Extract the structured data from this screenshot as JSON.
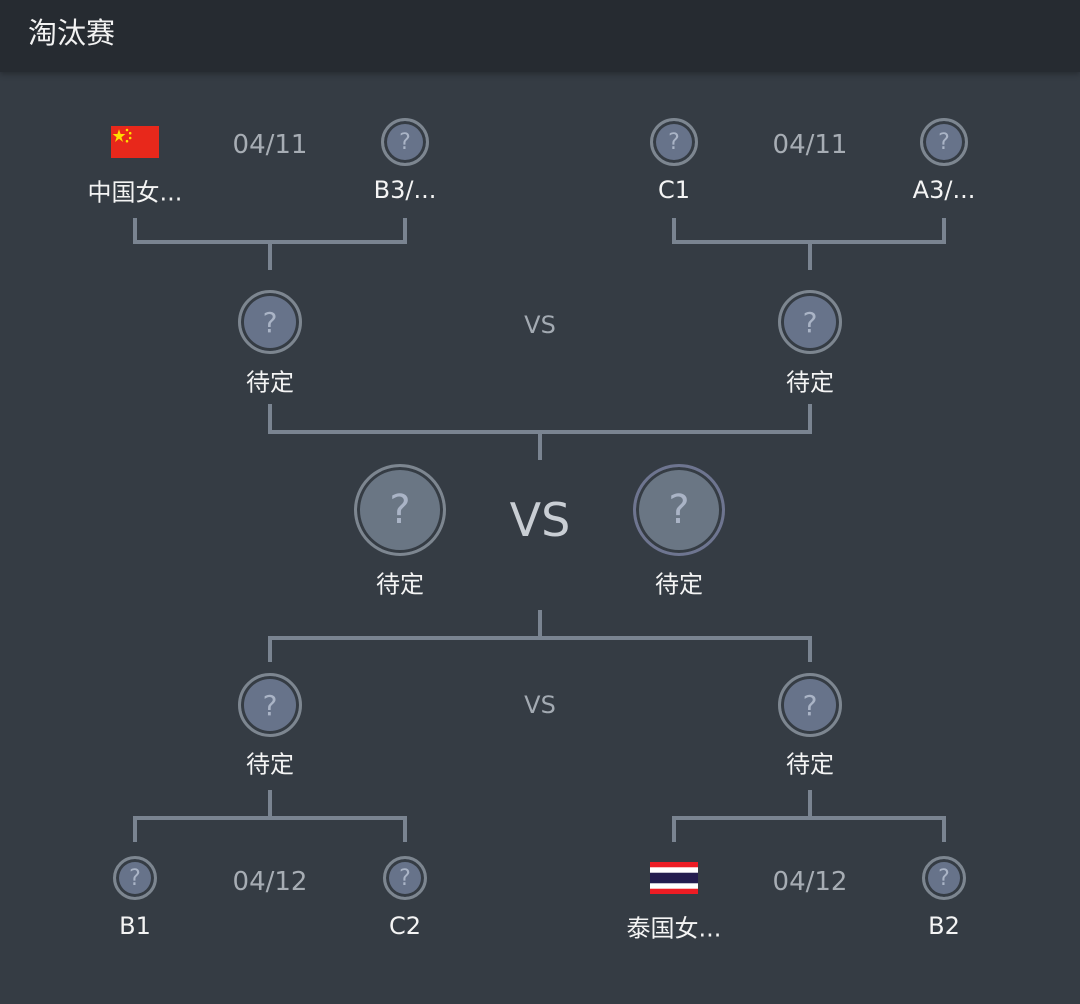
{
  "header": {
    "title": "淘汰赛"
  },
  "top_left": {
    "date": "04/11",
    "team_a": "中国女...",
    "team_b": "B3/..."
  },
  "top_right": {
    "date": "04/11",
    "team_a": "C1",
    "team_b": "A3/..."
  },
  "semi_top": {
    "left": "待定",
    "right": "待定",
    "vs": "VS"
  },
  "final": {
    "left": "待定",
    "right": "待定",
    "vs": "VS"
  },
  "semi_bottom": {
    "left": "待定",
    "right": "待定",
    "vs": "VS"
  },
  "bottom_left": {
    "date": "04/12",
    "team_a": "B1",
    "team_b": "C2"
  },
  "bottom_right": {
    "date": "04/12",
    "team_a": "泰国女...",
    "team_b": "B2"
  },
  "placeholder_glyph": "?",
  "colors": {
    "background": "#353c44",
    "header": "#262b31",
    "line": "#7a8491"
  }
}
